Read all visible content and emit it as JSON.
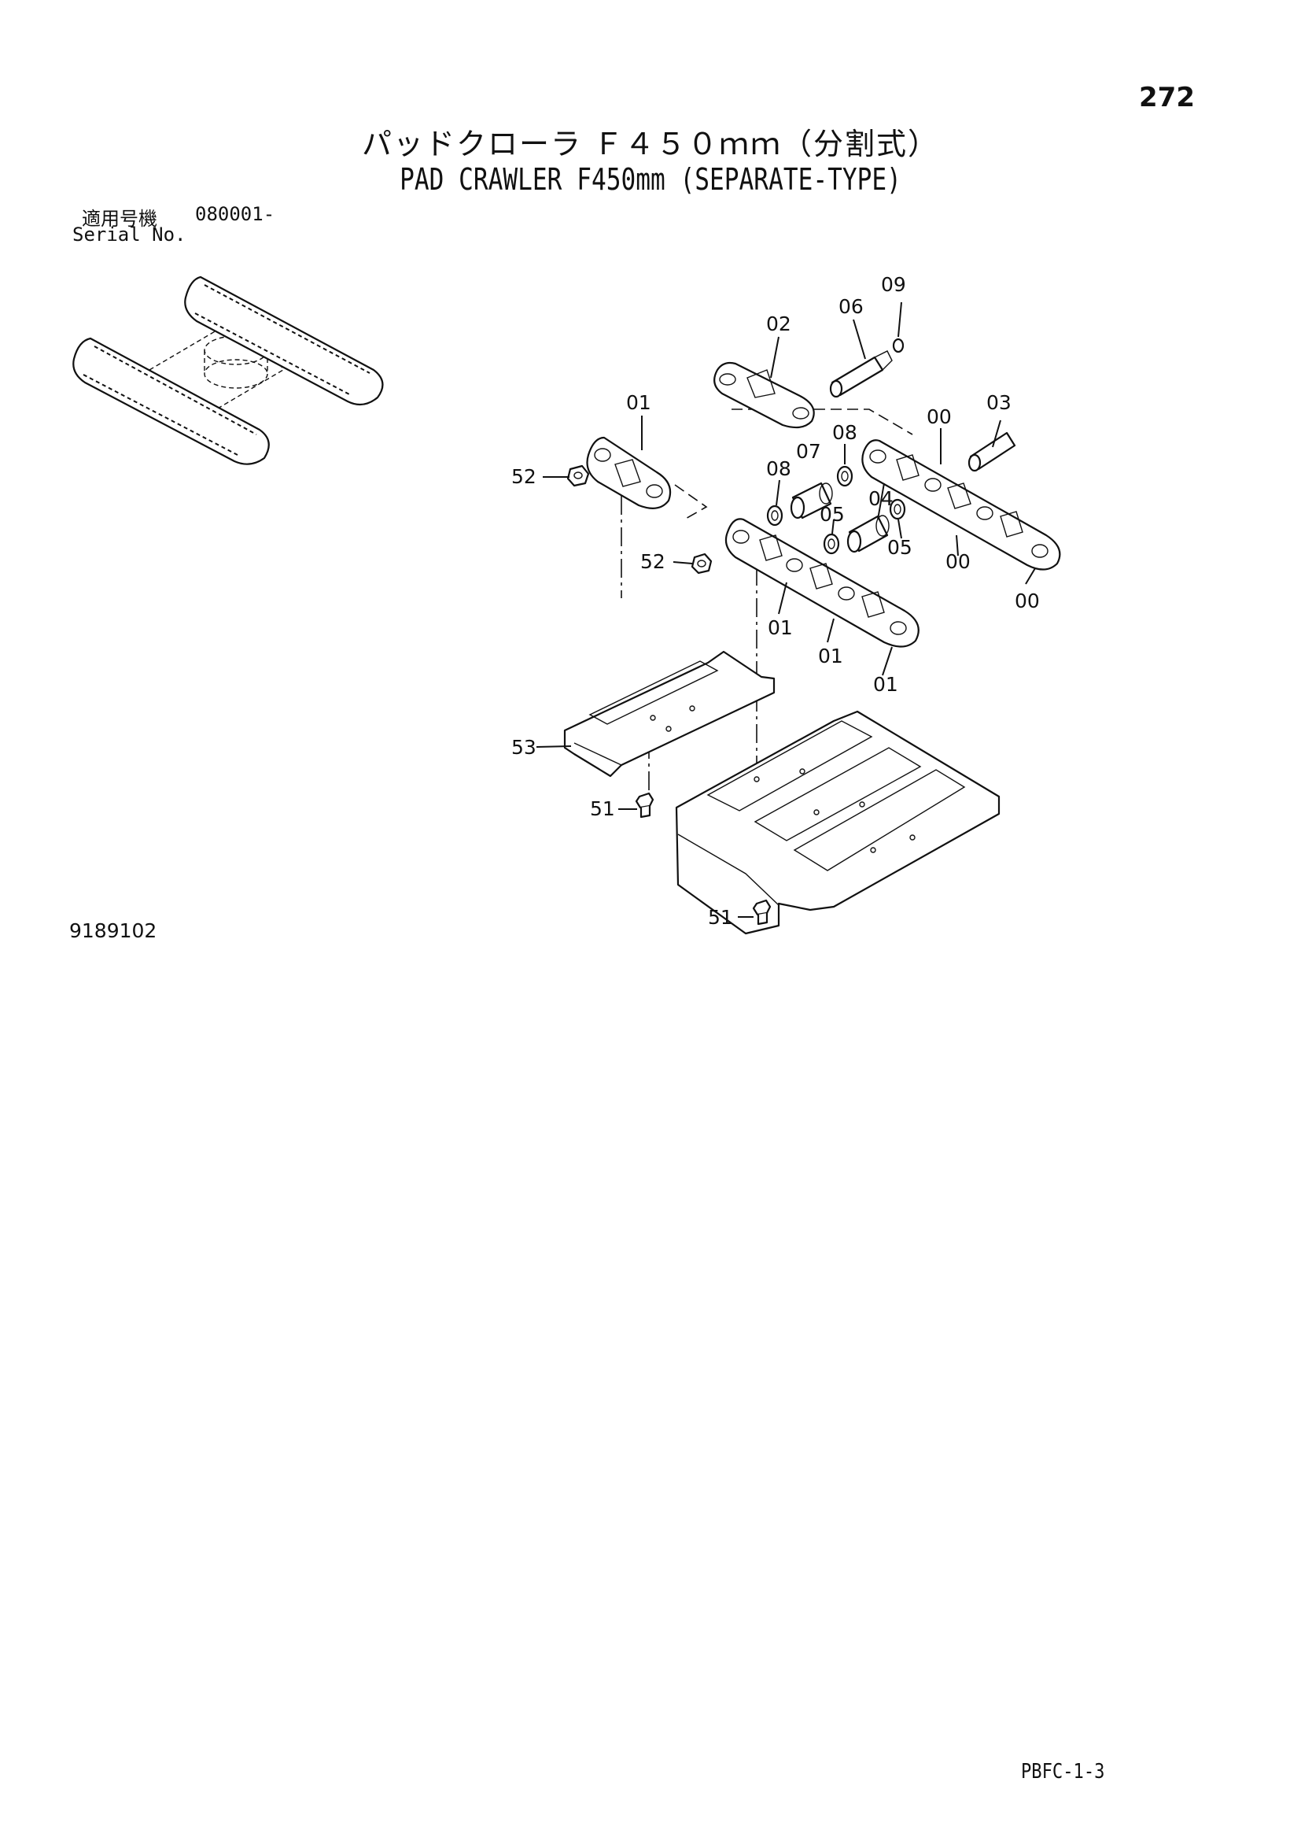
{
  "page_number": "272",
  "title_jp": "パッドクローラ Ｆ４５０ｍｍ（分割式）",
  "title_en": "PAD CRAWLER F450mm (SEPARATE-TYPE)",
  "serial": {
    "label_jp": "適用号機",
    "value": "080001-",
    "label_en": "Serial No."
  },
  "drawing_number": "9189102",
  "footer_code": "PBFC-1-3",
  "callouts": {
    "c09": "09",
    "c06": "06",
    "c02": "02",
    "c01_top": "01",
    "c03": "03",
    "c00_a": "00",
    "c08_a": "08",
    "c07": "07",
    "c08_b": "08",
    "c52_a": "52",
    "c04": "04",
    "c05_a": "05",
    "c05_b": "05",
    "c00_b": "00",
    "c52_b": "52",
    "c00_c": "00",
    "c01_a": "01",
    "c01_b": "01",
    "c01_c": "01",
    "c53": "53",
    "c51_a": "51",
    "c51_b": "51"
  }
}
